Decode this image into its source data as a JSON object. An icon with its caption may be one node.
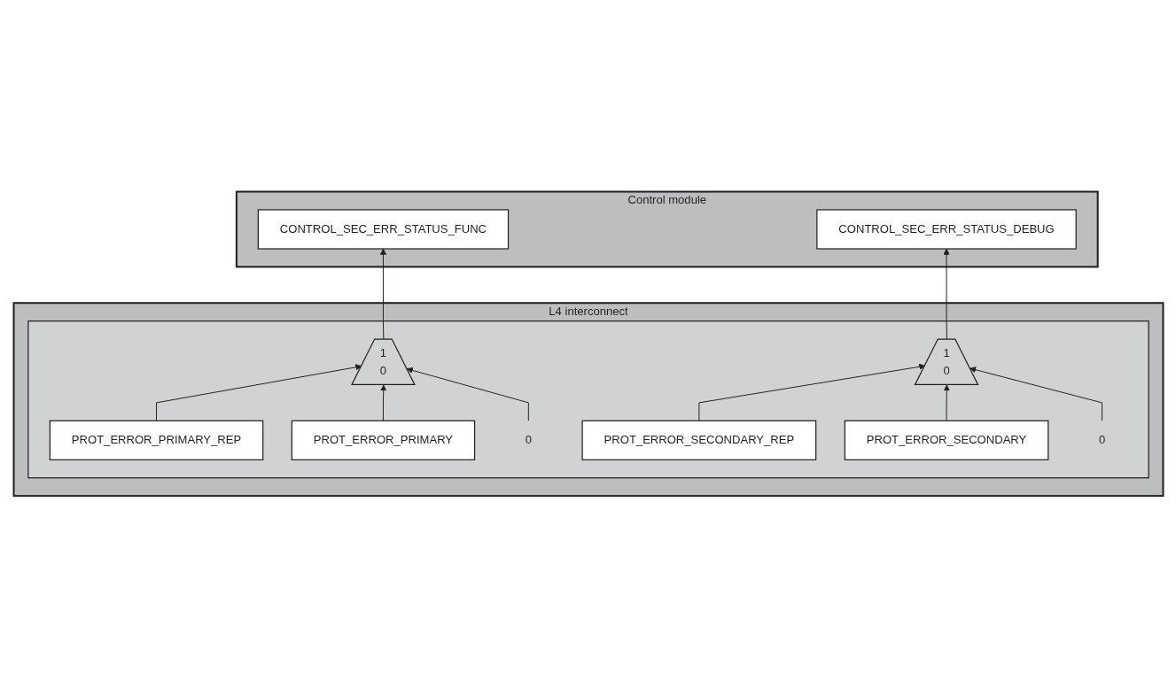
{
  "diagram": {
    "nodes": [
      {
        "text": [
          "Control module"
        ]
      },
      {
        "text": [
          "CONTROL_SEC_ERR_STATUS_FUNC"
        ],
        "in": 0
      },
      {
        "text": [
          "CONTROL_SEC_ERR_STATUS_DEBUG"
        ],
        "in": 0
      },
      {
        "text": [
          "L4 interconnect"
        ]
      },
      {
        "text": [],
        "shape": "box",
        "in": 3
      },
      {
        "text": [
          "PROT_ERROR_SECONDARY_REP"
        ],
        "in": 4
      },
      {
        "text": [
          "1",
          "0"
        ],
        "in": 4
      },
      {
        "text": [
          "0"
        ],
        "in": 4
      },
      {
        "text": [
          "PROT_ERROR_SECONDARY"
        ],
        "in": 4
      },
      {
        "text": [
          "PROT_ERROR_PRIMARY_REP"
        ],
        "in": 4
      },
      {
        "text": [
          "1",
          "0"
        ],
        "in": 4
      },
      {
        "text": [
          "0"
        ],
        "in": 4
      },
      {
        "text": [
          "PROT_ERROR_PRIMARY"
        ],
        "in": 4
      }
    ],
    "edges": [
      {
        "from": 5,
        "to": 6,
        "arrow": "to"
      },
      {
        "from": 8,
        "to": 6,
        "arrow": "to"
      },
      {
        "from": 7,
        "to": 6,
        "arrow": "to"
      },
      {
        "from": 6,
        "to": 2,
        "arrow": "to"
      },
      {
        "from": 9,
        "to": 10,
        "arrow": "to"
      },
      {
        "from": 12,
        "to": 10,
        "arrow": "to"
      },
      {
        "from": 11,
        "to": 10,
        "arrow": "to"
      },
      {
        "from": 10,
        "to": 1,
        "arrow": "to"
      }
    ]
  }
}
